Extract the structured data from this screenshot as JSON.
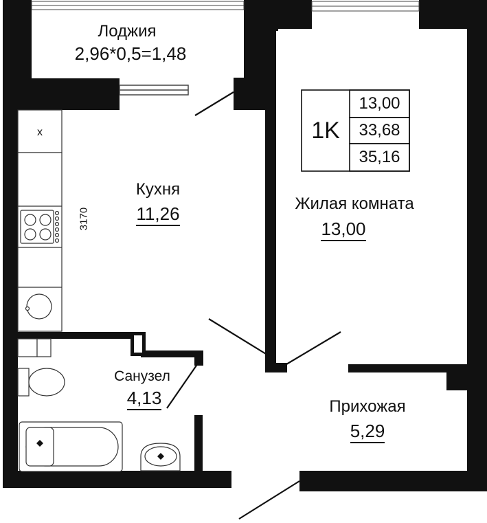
{
  "plan": {
    "badge": {
      "type_label": "1K",
      "values": [
        "13,00",
        "33,68",
        "35,16"
      ]
    },
    "rooms": {
      "loggia": {
        "name": "Лоджия",
        "area": "2,96*0,5=1,48"
      },
      "kitchen": {
        "name": "Кухня",
        "area": "11,26",
        "dimension": "3170"
      },
      "living": {
        "name": "Жилая комната",
        "area": "13,00"
      },
      "bathroom": {
        "name": "Санузел",
        "area": "4,13"
      },
      "hallway": {
        "name": "Прихожая",
        "area": "5,29"
      }
    },
    "fixtures": {
      "fridge_mark": "x"
    },
    "colors": {
      "wall": "#111111",
      "background": "#ffffff",
      "fixture_stroke": "#333333"
    }
  }
}
